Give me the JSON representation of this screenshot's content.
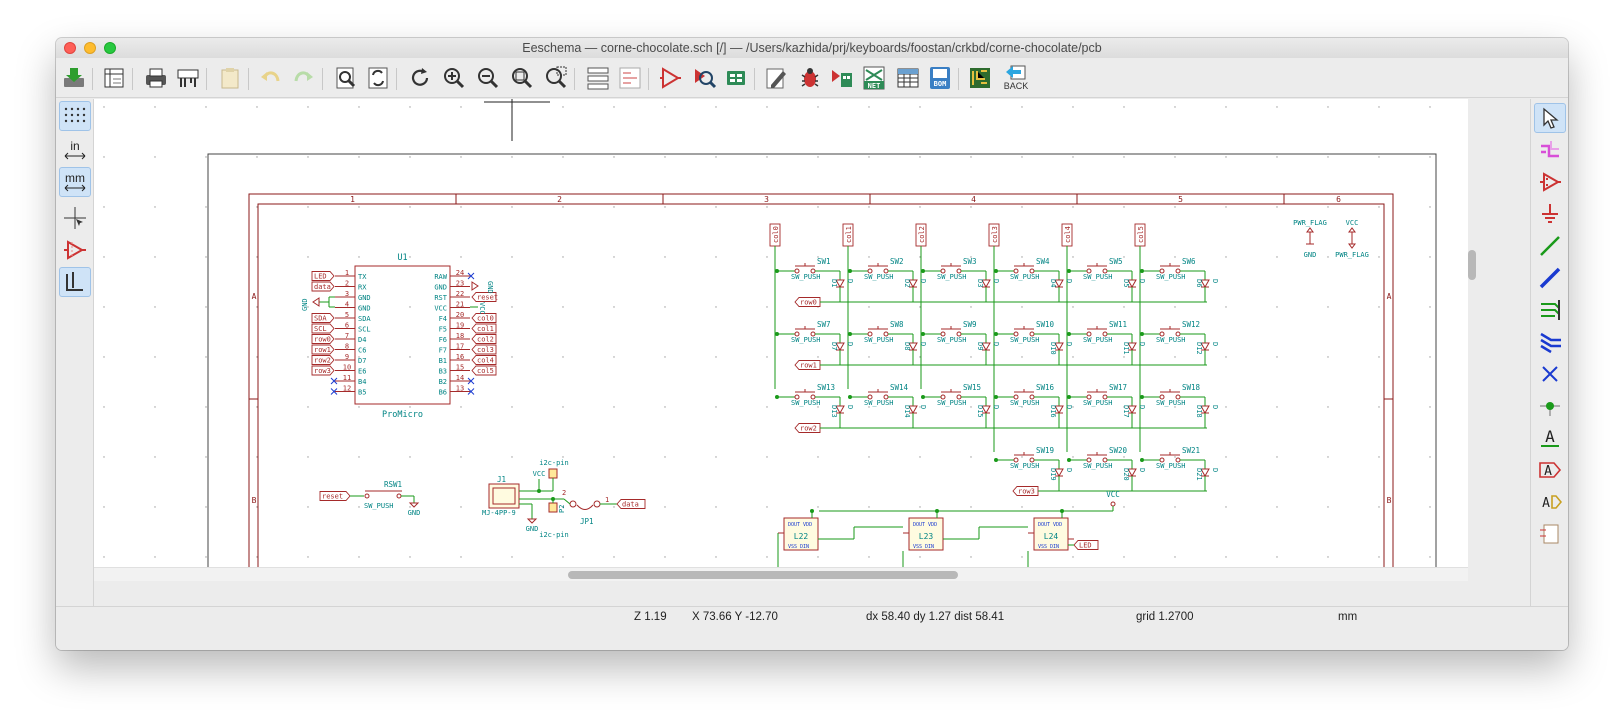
{
  "window": {
    "title": "Eeschema — corne-chocolate.sch [/] — /Users/kazhida/prj/keyboards/foostan/crkbd/corne-chocolate/pcb"
  },
  "toolbar": {
    "back_label": "BACK",
    "net_label": "NET",
    "bom_label": "BOM"
  },
  "left_toolbar": {
    "units_in": "in",
    "units_mm": "mm"
  },
  "sheet": {
    "border_columns": [
      "1",
      "2",
      "3",
      "4",
      "5",
      "6"
    ],
    "border_rows": [
      "A",
      "B"
    ]
  },
  "schematic": {
    "u1": {
      "ref": "U1",
      "value": "ProMicro",
      "left_pins": [
        {
          "num": "1",
          "name": "TX",
          "net": "LED"
        },
        {
          "num": "2",
          "name": "RX",
          "net": "data"
        },
        {
          "num": "3",
          "name": "GND",
          "net": ""
        },
        {
          "num": "4",
          "name": "GND",
          "net": ""
        },
        {
          "num": "5",
          "name": "SDA",
          "net": "SDA"
        },
        {
          "num": "6",
          "name": "SCL",
          "net": "SCL"
        },
        {
          "num": "7",
          "name": "D4",
          "net": "row0"
        },
        {
          "num": "8",
          "name": "C6",
          "net": "row1"
        },
        {
          "num": "9",
          "name": "D7",
          "net": "row2"
        },
        {
          "num": "10",
          "name": "E6",
          "net": "row3"
        },
        {
          "num": "11",
          "name": "B4",
          "net": ""
        },
        {
          "num": "12",
          "name": "B5",
          "net": ""
        }
      ],
      "right_pins": [
        {
          "num": "24",
          "name": "RAW",
          "net": ""
        },
        {
          "num": "23",
          "name": "GND",
          "net": ""
        },
        {
          "num": "22",
          "name": "RST",
          "net": "reset"
        },
        {
          "num": "21",
          "name": "VCC",
          "net": ""
        },
        {
          "num": "20",
          "name": "F4",
          "net": "col0"
        },
        {
          "num": "19",
          "name": "F5",
          "net": "col1"
        },
        {
          "num": "18",
          "name": "F6",
          "net": "col2"
        },
        {
          "num": "17",
          "name": "F7",
          "net": "col3"
        },
        {
          "num": "16",
          "name": "B1",
          "net": "col4"
        },
        {
          "num": "15",
          "name": "B3",
          "net": "col5"
        },
        {
          "num": "14",
          "name": "B2",
          "net": ""
        },
        {
          "num": "13",
          "name": "B6",
          "net": ""
        }
      ],
      "gnd_left": "GND",
      "gnd_right": "GND",
      "vcc_right": "VCC"
    },
    "columns": [
      "col0",
      "col1",
      "col2",
      "col3",
      "col4",
      "col5"
    ],
    "rows": [
      "row0",
      "row1",
      "row2",
      "row3"
    ],
    "switch_value": "SW_PUSH",
    "diode_value": "D",
    "switches": [
      {
        "ref": "SW1",
        "diode": "D1"
      },
      {
        "ref": "SW2",
        "diode": "D2"
      },
      {
        "ref": "SW3",
        "diode": "D3"
      },
      {
        "ref": "SW4",
        "diode": "D4"
      },
      {
        "ref": "SW5",
        "diode": "D5"
      },
      {
        "ref": "SW6",
        "diode": "D6"
      },
      {
        "ref": "SW7",
        "diode": "D7"
      },
      {
        "ref": "SW8",
        "diode": "D8"
      },
      {
        "ref": "SW9",
        "diode": "D9"
      },
      {
        "ref": "SW10",
        "diode": "D10"
      },
      {
        "ref": "SW11",
        "diode": "D11"
      },
      {
        "ref": "SW12",
        "diode": "D12"
      },
      {
        "ref": "SW13",
        "diode": "D13"
      },
      {
        "ref": "SW14",
        "diode": "D14"
      },
      {
        "ref": "SW15",
        "diode": "D15"
      },
      {
        "ref": "SW16",
        "diode": "D16"
      },
      {
        "ref": "SW17",
        "diode": "D17"
      },
      {
        "ref": "SW18",
        "diode": "D18"
      },
      {
        "ref": "SW19",
        "diode": "D19"
      },
      {
        "ref": "SW20",
        "diode": "D20"
      },
      {
        "ref": "SW21",
        "diode": "D21"
      }
    ],
    "pwr_flags": [
      {
        "top": "PWR_FLAG",
        "bottom": "GND"
      },
      {
        "top": "VCC",
        "bottom": "PWR_FLAG"
      }
    ],
    "rsw1": {
      "ref": "RSW1",
      "value": "SW_PUSH",
      "net": "reset",
      "gnd": "GND"
    },
    "j1": {
      "ref": "J1",
      "value": "MJ-4PP-9",
      "vcc": "VCC",
      "gnd": "GND",
      "pin_label_top": "i2c-pin",
      "pin_label_bottom": "i2c-pin",
      "p2": "P2"
    },
    "jp1": {
      "ref": "JP1",
      "net": "data",
      "pin2": "2",
      "pin1": "1"
    },
    "leds": [
      {
        "ref": "L22"
      },
      {
        "ref": "L23"
      },
      {
        "ref": "L24"
      }
    ],
    "led_vcc": "VCC",
    "led_net": "LED"
  },
  "status": {
    "zoom": "Z 1.19",
    "xy": "X 73.66  Y -12.70",
    "delta": "dx 58.40  dy 1.27  dist 58.41",
    "grid": "grid 1.2700",
    "units": "mm"
  }
}
